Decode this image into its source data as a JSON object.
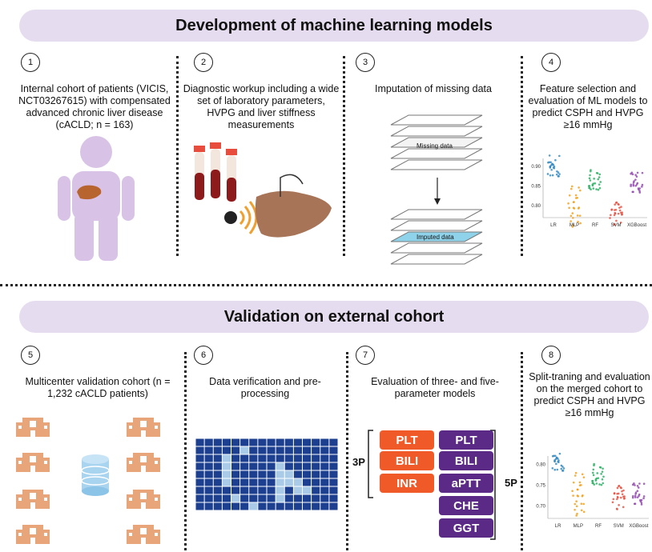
{
  "top_section": {
    "title": "Development of machine learning models",
    "steps": [
      {
        "number": "1",
        "text": "Internal cohort of patients (VICIS, NCT03267615) with compensated advanced chronic liver disease (cACLD; n = 163)"
      },
      {
        "number": "2",
        "text": "Diagnostic workup including a wide set of laboratory parameters, HVPG and liver stiffness measurements"
      },
      {
        "number": "3",
        "text": "Imputation of missing data",
        "layer_labels": {
          "missing": "Missing data",
          "imputed": "Imputed data"
        }
      },
      {
        "number": "4",
        "text": "Feature selection and evaluation of ML models to predict CSPH and HVPG ≥16 mmHg"
      }
    ]
  },
  "bottom_section": {
    "title": "Validation on external cohort",
    "steps": [
      {
        "number": "5",
        "text": "Multicenter validation cohort (n = 1,232 cACLD patients)"
      },
      {
        "number": "6",
        "text": "Data verification and pre-processing"
      },
      {
        "number": "7",
        "text": "Evaluation of three- and five-parameter models"
      },
      {
        "number": "8",
        "text": "Split-traning and evaluation on the merged cohort to predict CSPH and HVPG ≥16 mmHg"
      }
    ]
  },
  "models": {
    "three_param_label": "3P",
    "five_param_label": "5P",
    "three_param": [
      "PLT",
      "BILI",
      "INR"
    ],
    "five_param": [
      "PLT",
      "BILI",
      "aPTT",
      "CHE",
      "GGT"
    ]
  },
  "chart_data": [
    {
      "type": "scatter",
      "categories": [
        "LR",
        "MLP",
        "RF",
        "SVM",
        "XGBoost"
      ],
      "yticks": [
        "0.90",
        "0.85",
        "0.80"
      ],
      "approx_centers": [
        0.9,
        0.8,
        0.87,
        0.78,
        0.86
      ],
      "colors": [
        "#2e86c1",
        "#f39c12",
        "#27ae60",
        "#e74c3c",
        "#8e44ad"
      ]
    },
    {
      "type": "scatter",
      "categories": [
        "LR",
        "MLP",
        "RF",
        "SVM",
        "XGBoost"
      ],
      "yticks": [
        "0.80",
        "0.75",
        "0.70"
      ],
      "approx_centers": [
        0.81,
        0.73,
        0.78,
        0.72,
        0.73
      ],
      "colors": [
        "#2e86c1",
        "#f39c12",
        "#27ae60",
        "#e74c3c",
        "#8e44ad"
      ]
    }
  ],
  "colors": {
    "banner": "#e6dcef",
    "three_param": "#f05a28",
    "five_param": "#5b2a86",
    "heatmap": "#1d3f8f"
  }
}
